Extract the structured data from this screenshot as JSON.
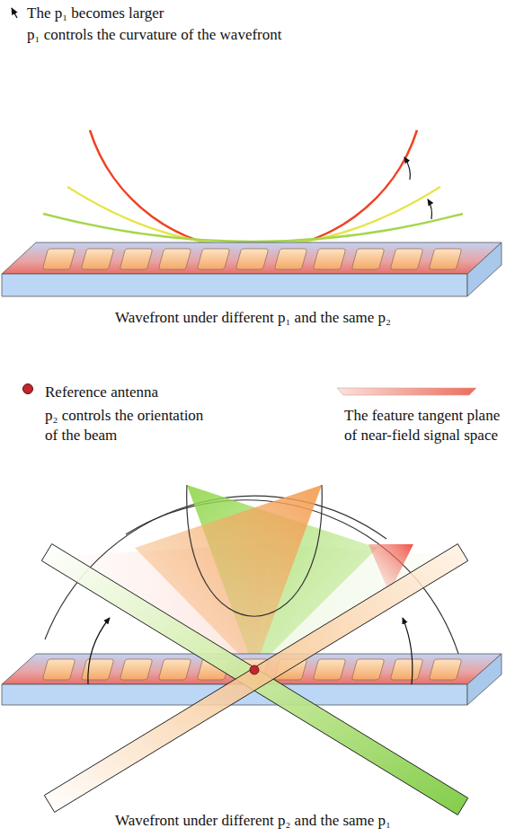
{
  "diagram": {
    "labels": [
      "p₁ controls the curvature of the wavefront",
      "Wavefront under different p₁ and the same p₂",
      "p₂ controls the orientation of the beam",
      "Wavefront under different p₂ and the same p₁"
    ],
    "legend": [
      {
        "text": "The p₁ becomes larger"
      },
      {
        "text": "Reference antenna",
        "color": "#c1272d"
      },
      {
        "text": "The feature tangent plane of near-field signal space"
      }
    ]
  }
}
